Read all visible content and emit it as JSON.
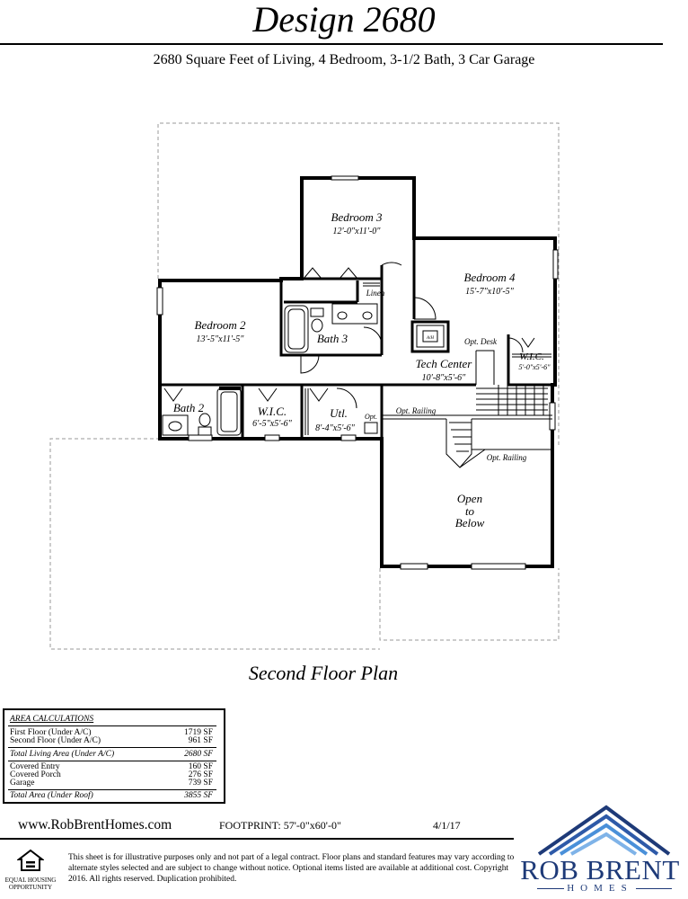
{
  "header": {
    "title": "Design 2680",
    "subtitle": "2680 Square Feet of Living, 4 Bedroom, 3-1/2 Bath, 3 Car Garage"
  },
  "plan": {
    "caption": "Second Floor Plan",
    "rooms": [
      {
        "name": "Bedroom 3",
        "dims": "12'-0\"x11'-0\""
      },
      {
        "name": "Bedroom 4",
        "dims": "15'-7\"x10'-5\""
      },
      {
        "name": "Bedroom 2",
        "dims": "13'-5\"x11'-5\""
      },
      {
        "name": "Bath 3"
      },
      {
        "name": "Linen"
      },
      {
        "name": "Tech Center",
        "dims": "10'-8\"x5'-6\""
      },
      {
        "name": "W.I.C.",
        "dims": "5'-0\"x5'-6\""
      },
      {
        "name": "Bath 2"
      },
      {
        "name": "W.I.C.",
        "dims": "6'-5\"x5'-6\""
      },
      {
        "name": "Utl.",
        "dims": "8'-4\"x5'-6\""
      },
      {
        "name": "Opt."
      },
      {
        "name": "A/H"
      }
    ],
    "annotations": {
      "opt_desk": "Opt. Desk",
      "opt_railing_1": "Opt. Railing",
      "opt_railing_2": "Opt. Railing",
      "open_1": "Open",
      "open_2": "to",
      "open_3": "Below"
    }
  },
  "area_calculations": {
    "heading": "AREA CALCULATIONS",
    "rows": [
      {
        "label": "First Floor (Under A/C)",
        "value": "1719 SF"
      },
      {
        "label": "Second Floor (Under A/C)",
        "value": "961 SF"
      },
      {
        "label": "Total Living Area (Under A/C)",
        "value": "2680 SF"
      },
      {
        "label": "Covered Entry",
        "value": "160 SF"
      },
      {
        "label": "Covered Porch",
        "value": "276 SF"
      },
      {
        "label": "Garage",
        "value": "739 SF"
      },
      {
        "label": "Total Area (Under Roof)",
        "value": "3855 SF"
      }
    ]
  },
  "footer": {
    "website": "www.RobBrentHomes.com",
    "footprint": "FOOTPRINT: 57'-0\"x60'-0\"",
    "date": "4/1/17",
    "disclaimer": "This sheet is for illustrative purposes only and not part of a legal contract.  Floor plans and standard features may vary according to alternate styles selected and are subject to change without notice.  Optional items listed are available at additional cost.  Copyright 2016.  All rights reserved.  Duplication prohibited.",
    "eho_line1": "EQUAL HOUSING",
    "eho_line2": "OPPORTUNITY"
  },
  "logo": {
    "name": "ROB BRENT",
    "sub": "HOMES",
    "color": "#1e3a78",
    "accent": "#4a90d9"
  }
}
